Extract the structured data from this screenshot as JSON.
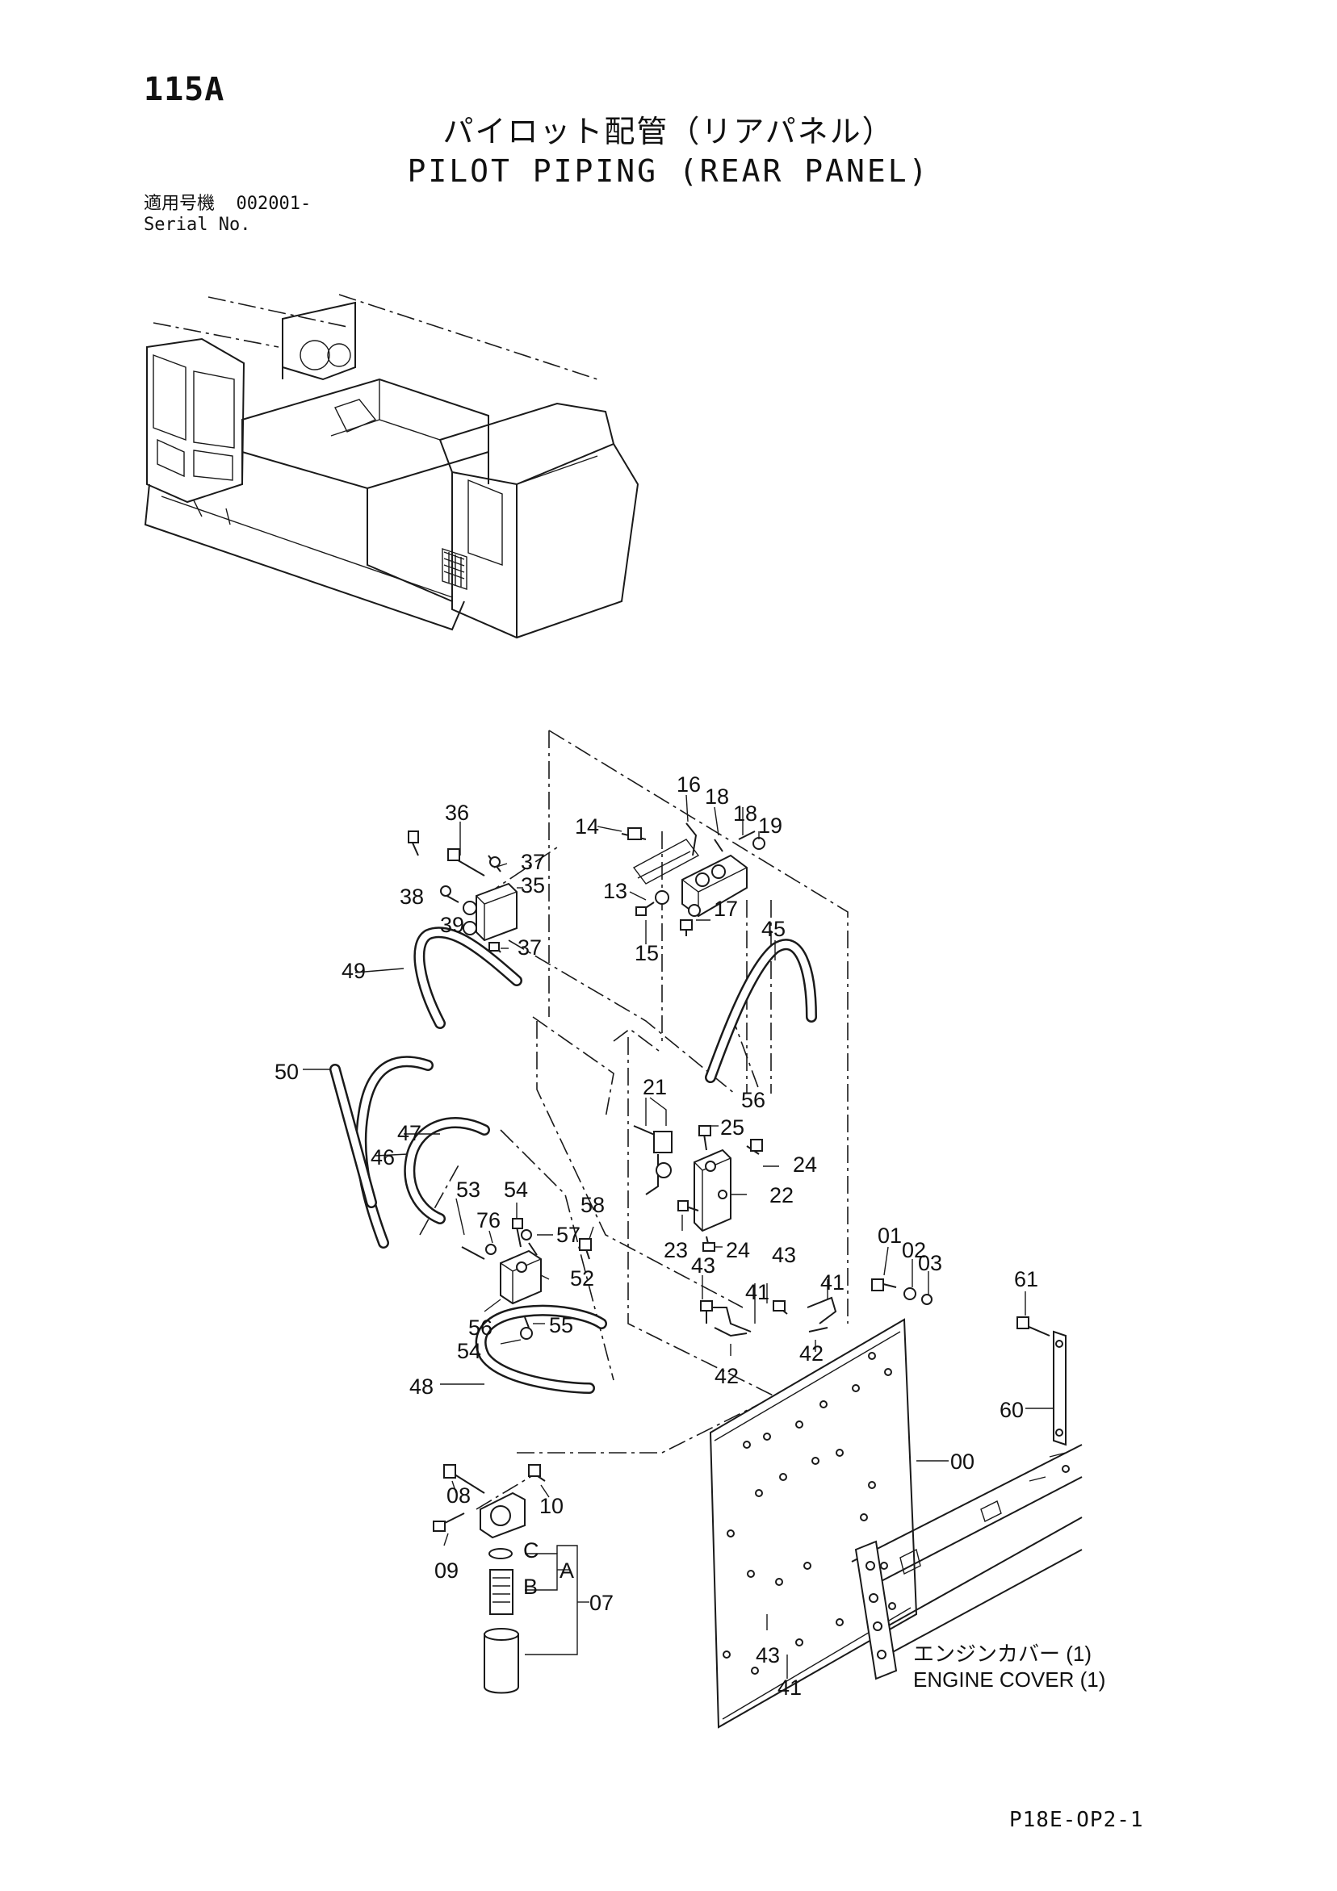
{
  "page": {
    "number": "115A",
    "title_jp": "パイロット配管（リアパネル）",
    "title_en": "PILOT PIPING (REAR PANEL)",
    "serial_label_jp": "適用号機",
    "serial_value": "002001-",
    "serial_label_en": "Serial No.",
    "footer_code": "P18E-OP2-1"
  },
  "callouts": {
    "c00": "00",
    "c01": "01",
    "c02": "02",
    "c03": "03",
    "c07": "07",
    "c08": "08",
    "c09": "09",
    "c10": "10",
    "c13": "13",
    "c14": "14",
    "c15": "15",
    "c16": "16",
    "c17": "17",
    "c18a": "18",
    "c18b": "18",
    "c19": "19",
    "c21": "21",
    "c22": "22",
    "c23": "23",
    "c24a": "24",
    "c24b": "24",
    "c25": "25",
    "c35": "35",
    "c36": "36",
    "c37a": "37",
    "c37b": "37",
    "c38": "38",
    "c39": "39",
    "c41a": "41",
    "c41b": "41",
    "c41c": "41",
    "c42a": "42",
    "c42b": "42",
    "c43a": "43",
    "c43b": "43",
    "c43c": "43",
    "c45": "45",
    "c46": "46",
    "c47": "47",
    "c48": "48",
    "c49": "49",
    "c50": "50",
    "c52": "52",
    "c53": "53",
    "c54a": "54",
    "c54b": "54",
    "c55": "55",
    "c56a": "56",
    "c56b": "56",
    "c57": "57",
    "c58": "58",
    "c60": "60",
    "c61": "61",
    "c76": "76",
    "cA": "A",
    "cB": "B",
    "cC": "C"
  },
  "notes": {
    "engine_cover_jp": "エンジンカバー (1)",
    "engine_cover_en": "ENGINE COVER (1)"
  }
}
